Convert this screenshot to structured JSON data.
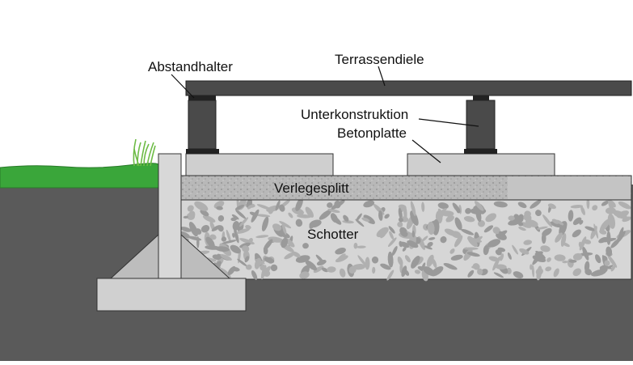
{
  "labels": {
    "terrassendiele": "Terrassendiele",
    "abstandhalter": "Abstandhalter",
    "unterkonstruktion": "Unterkonstruktion",
    "betonplatte": "Betonplatte",
    "verlegesplitt": "Verlegesplitt",
    "schotter": "Schotter"
  },
  "colors": {
    "soil": "#5a5a5a",
    "grass": "#3aa63a",
    "grass_blades": "#6dbb45",
    "deck_board": "#4a4a4a",
    "support_post": "#4a4a4a",
    "spacer": "#222222",
    "concrete": "#cfcfcf",
    "grit": "#b5b5b5",
    "gravel_base": "#d6d6d6",
    "gravel_stones": "#9a9a9a",
    "outline": "#333333"
  }
}
